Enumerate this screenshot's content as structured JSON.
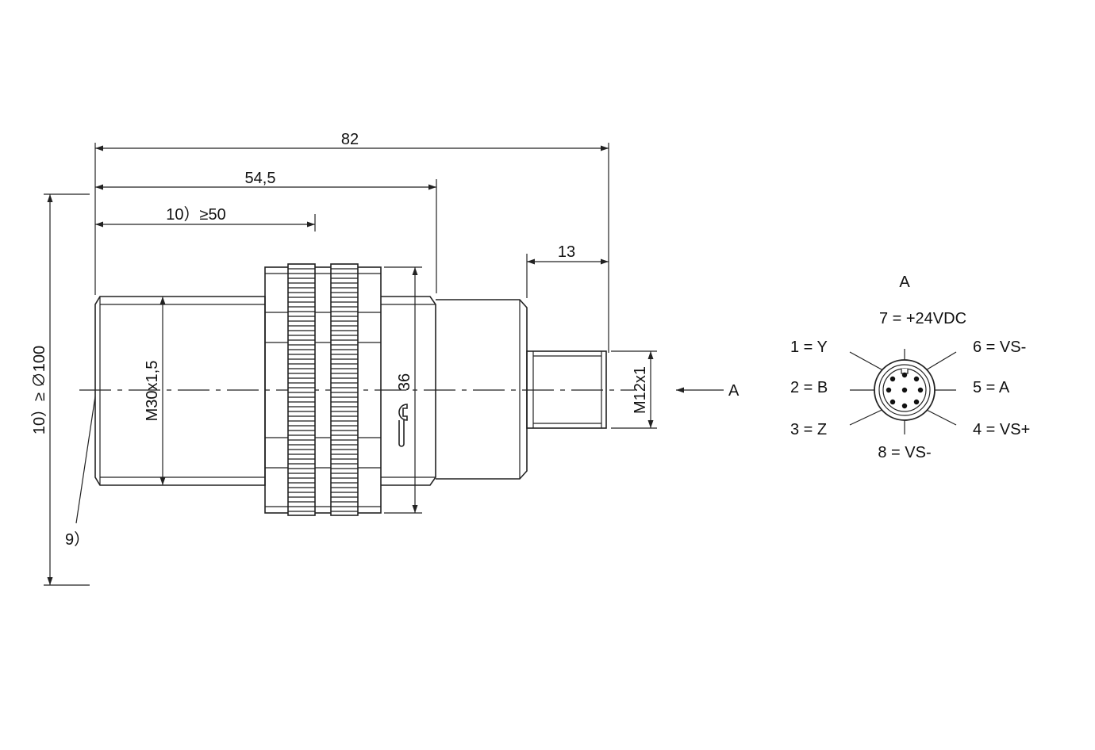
{
  "dimensions": {
    "overall_length": "82",
    "body_length": "54,5",
    "clearance_front": "10）≥50",
    "clearance_diameter": "10）≥ ∅100",
    "thread_main": "M30x1,5",
    "wrench_size": "36",
    "connector_length": "13",
    "connector_thread": "M12x1",
    "note_9": "9）",
    "view_arrow": "A"
  },
  "pinout": {
    "title": "A",
    "pins": [
      {
        "label": "7 = +24VDC"
      },
      {
        "label": "1 = Y"
      },
      {
        "label": "6 = VS-"
      },
      {
        "label": "2 = B"
      },
      {
        "label": "5 = A"
      },
      {
        "label": "3 = Z"
      },
      {
        "label": "4 = VS+"
      },
      {
        "label": "8 = VS-"
      }
    ]
  },
  "colors": {
    "line": "#222222",
    "background": "#ffffff"
  }
}
